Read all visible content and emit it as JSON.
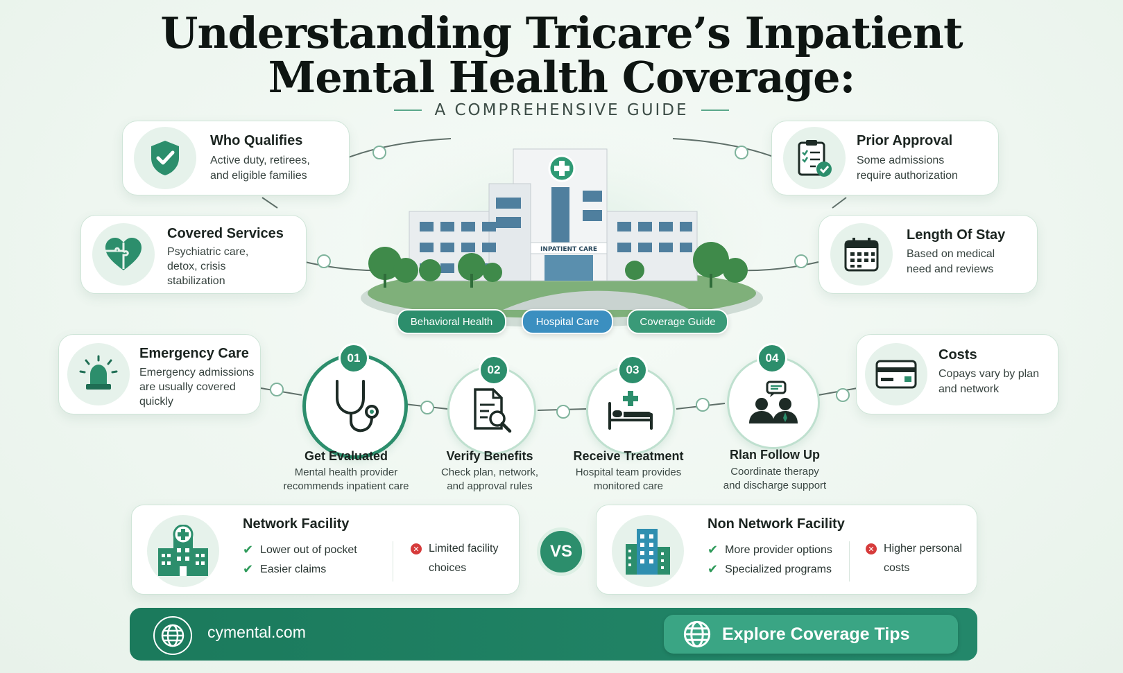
{
  "title": {
    "line1": "Understanding Tricare’s Inpatient",
    "line2": "Mental Health Coverage:",
    "subtitle": "A COMPREHENSIVE GUIDE"
  },
  "cards": {
    "who_qualifies": {
      "title": "Who Qualifies",
      "line1": "Active duty, retirees,",
      "line2": "and eligible families",
      "icon": "shield-check-icon"
    },
    "covered_services": {
      "title": "Covered Services",
      "line1": "Psychiatric care,",
      "line2": "detox, crisis",
      "line3": "stabilization",
      "icon": "heart-puzzle-icon"
    },
    "emergency_care": {
      "title": "Emergency Care",
      "line1": "Emergency admissions",
      "line2": "are usually covered",
      "line3": "quickly",
      "icon": "siren-icon"
    },
    "prior_approval": {
      "title": "Prior Approval",
      "line1": "Some admissions",
      "line2": "require authorization",
      "icon": "clipboard-check-icon"
    },
    "length_of_stay": {
      "title": "Length Of Stay",
      "line1": "Based on medical",
      "line2": "need and reviews",
      "icon": "calendar-icon"
    },
    "costs": {
      "title": "Costs",
      "line1": "Copays vary by plan",
      "line2": "and network",
      "icon": "credit-card-icon"
    }
  },
  "hospital": {
    "sign": "INPATIENT CARE",
    "pills": [
      "Behavioral Health",
      "Hospital Care",
      "Coverage Guide"
    ]
  },
  "steps": [
    {
      "num": "01",
      "title": "Get Evaluated",
      "line1": "Mental health provider",
      "line2": "recommends inpatient care",
      "icon": "stethoscope-icon"
    },
    {
      "num": "02",
      "title": "Verify Benefits",
      "line1": "Check plan, network,",
      "line2": "and approval rules",
      "icon": "document-search-icon"
    },
    {
      "num": "03",
      "title": "Receive Treatment",
      "line1": "Hospital team provides",
      "line2": "monitored care",
      "icon": "hospital-bed-icon"
    },
    {
      "num": "04",
      "title": "Rlan Follow Up",
      "line1": "Coordinate therapy",
      "line2": "and discharge support",
      "icon": "people-chat-icon"
    }
  ],
  "comparison": {
    "vs": "VS",
    "network": {
      "title": "Network Facility",
      "pros": [
        "Lower out of pocket",
        "Easier claims"
      ],
      "con_line1": "Limited facility",
      "con_line2": "choices",
      "icon": "hospital-building-icon"
    },
    "non_network": {
      "title": "Non Network Facility",
      "pros": [
        "More provider options",
        "Specialized programs"
      ],
      "con_line1": "Higher personal",
      "con_line2": "costs",
      "icon": "city-building-icon"
    }
  },
  "footer": {
    "url": "cymental.com",
    "cta": "Explore Coverage Tips"
  },
  "colors": {
    "primary": "#1b7a5c",
    "accent": "#2c8e6c",
    "blue_pill": "#3b8fc0",
    "danger": "#d63b3b",
    "check": "#2e9a5a"
  }
}
